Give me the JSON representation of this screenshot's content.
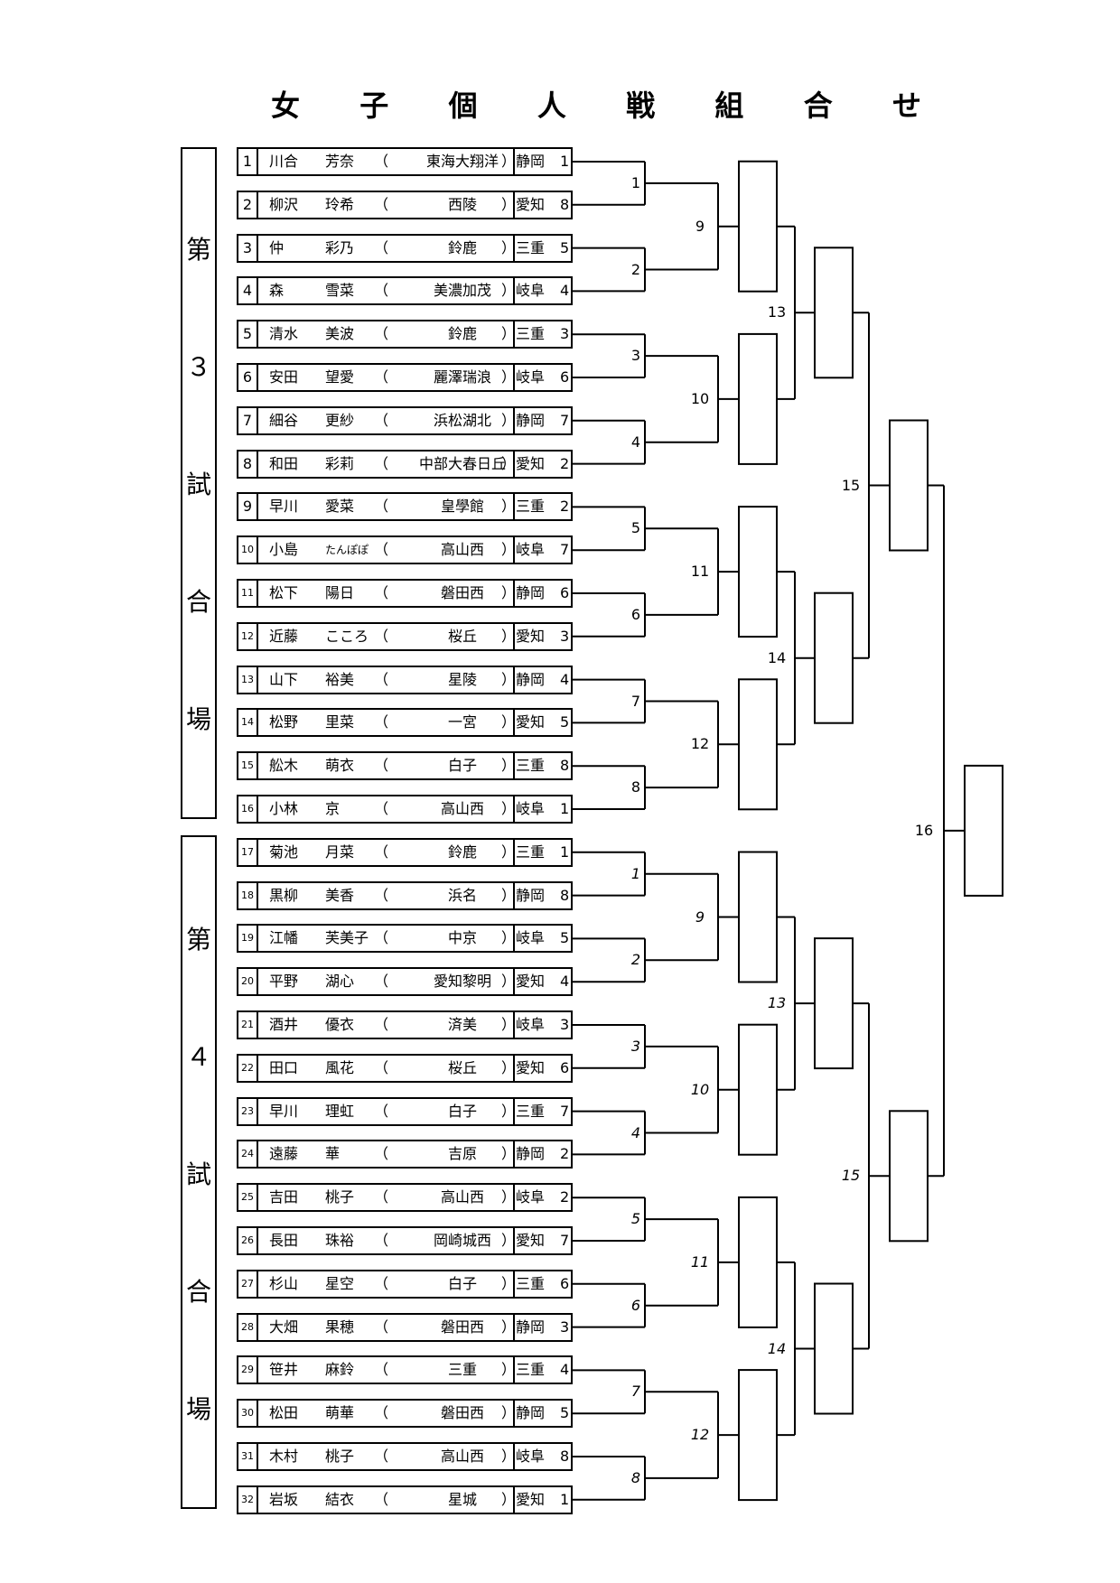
{
  "title": [
    "女",
    "子",
    "個",
    "人",
    "戦",
    "組",
    "合",
    "せ"
  ],
  "venues": [
    {
      "chars": [
        "第",
        "３",
        "試",
        "合",
        "場"
      ]
    },
    {
      "chars": [
        "第",
        "４",
        "試",
        "合",
        "場"
      ]
    }
  ],
  "players": [
    {
      "no": "1",
      "surname": "川合",
      "given": "芳奈",
      "school": "東海大翔洋",
      "pref": "静岡",
      "seed": "1"
    },
    {
      "no": "2",
      "surname": "柳沢",
      "given": "玲希",
      "school": "西陵",
      "pref": "愛知",
      "seed": "8"
    },
    {
      "no": "3",
      "surname": "仲",
      "given": "彩乃",
      "school": "鈴鹿",
      "pref": "三重",
      "seed": "5"
    },
    {
      "no": "4",
      "surname": "森",
      "given": "雪菜",
      "school": "美濃加茂",
      "pref": "岐阜",
      "seed": "4"
    },
    {
      "no": "5",
      "surname": "清水",
      "given": "美波",
      "school": "鈴鹿",
      "pref": "三重",
      "seed": "3"
    },
    {
      "no": "6",
      "surname": "安田",
      "given": "望愛",
      "school": "麗澤瑞浪",
      "pref": "岐阜",
      "seed": "6"
    },
    {
      "no": "7",
      "surname": "細谷",
      "given": "更紗",
      "school": "浜松湖北",
      "pref": "静岡",
      "seed": "7"
    },
    {
      "no": "8",
      "surname": "和田",
      "given": "彩莉",
      "school": "中部大春日丘",
      "pref": "愛知",
      "seed": "2"
    },
    {
      "no": "9",
      "surname": "早川",
      "given": "愛菜",
      "school": "皇學館",
      "pref": "三重",
      "seed": "2"
    },
    {
      "no": "10",
      "surname": "小島",
      "given": "たんぽぽ",
      "school": "高山西",
      "pref": "岐阜",
      "seed": "7"
    },
    {
      "no": "11",
      "surname": "松下",
      "given": "陽日",
      "school": "磐田西",
      "pref": "静岡",
      "seed": "6"
    },
    {
      "no": "12",
      "surname": "近藤",
      "given": "こころ",
      "school": "桜丘",
      "pref": "愛知",
      "seed": "3"
    },
    {
      "no": "13",
      "surname": "山下",
      "given": "裕美",
      "school": "星陵",
      "pref": "静岡",
      "seed": "4"
    },
    {
      "no": "14",
      "surname": "松野",
      "given": "里菜",
      "school": "一宮",
      "pref": "愛知",
      "seed": "5"
    },
    {
      "no": "15",
      "surname": "舩木",
      "given": "萌衣",
      "school": "白子",
      "pref": "三重",
      "seed": "8"
    },
    {
      "no": "16",
      "surname": "小林",
      "given": "京",
      "school": "高山西",
      "pref": "岐阜",
      "seed": "1"
    },
    {
      "no": "17",
      "surname": "菊池",
      "given": "月菜",
      "school": "鈴鹿",
      "pref": "三重",
      "seed": "1"
    },
    {
      "no": "18",
      "surname": "黒柳",
      "given": "美香",
      "school": "浜名",
      "pref": "静岡",
      "seed": "8"
    },
    {
      "no": "19",
      "surname": "江幡",
      "given": "芙美子",
      "school": "中京",
      "pref": "岐阜",
      "seed": "5"
    },
    {
      "no": "20",
      "surname": "平野",
      "given": "湖心",
      "school": "愛知黎明",
      "pref": "愛知",
      "seed": "4"
    },
    {
      "no": "21",
      "surname": "酒井",
      "given": "優衣",
      "school": "済美",
      "pref": "岐阜",
      "seed": "3"
    },
    {
      "no": "22",
      "surname": "田口",
      "given": "風花",
      "school": "桜丘",
      "pref": "愛知",
      "seed": "6"
    },
    {
      "no": "23",
      "surname": "早川",
      "given": "理虹",
      "school": "白子",
      "pref": "三重",
      "seed": "7"
    },
    {
      "no": "24",
      "surname": "遠藤",
      "given": "華",
      "school": "吉原",
      "pref": "静岡",
      "seed": "2"
    },
    {
      "no": "25",
      "surname": "吉田",
      "given": "桃子",
      "school": "高山西",
      "pref": "岐阜",
      "seed": "2"
    },
    {
      "no": "26",
      "surname": "長田",
      "given": "珠裕",
      "school": "岡崎城西",
      "pref": "愛知",
      "seed": "7"
    },
    {
      "no": "27",
      "surname": "杉山",
      "given": "星空",
      "school": "白子",
      "pref": "三重",
      "seed": "6"
    },
    {
      "no": "28",
      "surname": "大畑",
      "given": "果穂",
      "school": "磐田西",
      "pref": "静岡",
      "seed": "3"
    },
    {
      "no": "29",
      "surname": "笹井",
      "given": "麻鈴",
      "school": "三重",
      "pref": "三重",
      "seed": "4"
    },
    {
      "no": "30",
      "surname": "松田",
      "given": "萌華",
      "school": "磐田西",
      "pref": "静岡",
      "seed": "5"
    },
    {
      "no": "31",
      "surname": "木村",
      "given": "桃子",
      "school": "高山西",
      "pref": "岐阜",
      "seed": "8"
    },
    {
      "no": "32",
      "surname": "岩坂",
      "given": "結衣",
      "school": "星城",
      "pref": "愛知",
      "seed": "1"
    }
  ],
  "paren_open": "（",
  "paren_close": "）",
  "top_half_matches": {
    "r1": [
      "1",
      "2",
      "3",
      "4",
      "5",
      "6",
      "7",
      "8"
    ],
    "r2": [
      "9",
      "10",
      "11",
      "12"
    ],
    "r3": [
      "13",
      "14"
    ],
    "r4": [
      "15"
    ]
  },
  "bottom_half_matches": {
    "r1": [
      "1",
      "2",
      "3",
      "4",
      "5",
      "6",
      "7",
      "8"
    ],
    "r2": [
      "9",
      "10",
      "11",
      "12"
    ],
    "r3": [
      "13",
      "14"
    ],
    "r4": [
      "15"
    ]
  },
  "final_match": "16"
}
